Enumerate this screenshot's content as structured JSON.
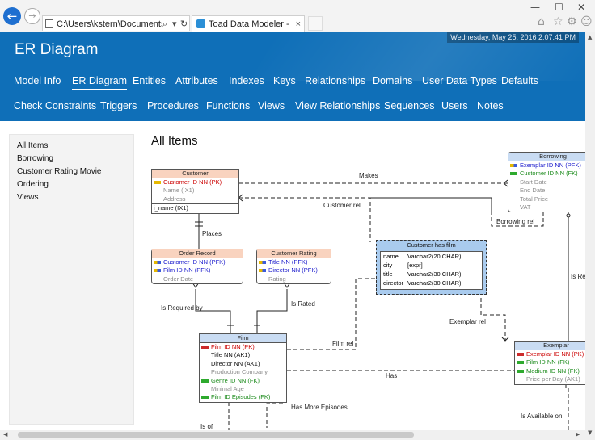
{
  "browser": {
    "address": "C:\\Users\\kstern\\Documents\\Toad",
    "tab_title": "Toad Data Modeler - HTML...",
    "tab_close": "×"
  },
  "header": {
    "title": "ER Diagram",
    "date": "Wednesday, May 25, 2016 2:07:41 PM"
  },
  "menu": {
    "row1": [
      "Model Info",
      "ER Diagram",
      "Entities",
      "Attributes",
      "Indexes",
      "Keys",
      "Relationships",
      "Domains",
      "User Data Types",
      "Defaults"
    ],
    "row2": [
      "Check Constraints",
      "Triggers",
      "Procedures",
      "Functions",
      "Views",
      "View Relationships",
      "Sequences",
      "Users",
      "Notes"
    ],
    "active": "ER Diagram"
  },
  "sidebar": {
    "items": [
      "All Items",
      "Borrowing",
      "Customer Rating Movie",
      "Ordering",
      "Views"
    ]
  },
  "content": {
    "title": "All Items"
  },
  "colors": {
    "header": "#0f6fb8",
    "pk": "#cc0000",
    "fk": "#1a1acc",
    "ak": "#111111",
    "attr": "#8a8a8a",
    "pfk": "#1a1acc",
    "fkgreen": "#1a8a1a"
  },
  "entities": {
    "customer": {
      "name": "Customer",
      "rows": [
        "Customer ID NN (PK)",
        "Name (IX1)",
        "Address"
      ],
      "index": "i_name (IX1)"
    },
    "order_record": {
      "name": "Order Record",
      "rows": [
        "Customer ID NN (PFK)",
        "Film ID NN (PFK)",
        "Order Date"
      ]
    },
    "customer_rating": {
      "name": "Customer Rating",
      "rows": [
        "Title NN (PFK)",
        "Director NN (PFK)",
        "Rating"
      ]
    },
    "film": {
      "name": "Film",
      "rows": [
        "Film ID NN (PK)",
        "Title NN (AK1)",
        "Director NN (AK1)",
        "Production Company",
        "Genre ID NN (FK)",
        "Minimal Age",
        "Film ID Episodes (FK)"
      ]
    },
    "borrowing": {
      "name": "Borrowing",
      "rows": [
        "Exemplar ID NN (PFK)",
        "Customer ID NN (FK)",
        "Start Date",
        "End Date",
        "Total Price",
        "VAT"
      ]
    },
    "exemplar": {
      "name": "Exemplar",
      "rows": [
        "Exemplar ID NN (PK)",
        "Film ID NN (FK)",
        "Medium ID NN (FK)",
        "Price per Day (AK1)"
      ]
    }
  },
  "view": {
    "name": "Customer has film",
    "rows": [
      {
        "col": "name",
        "type": "Varchar2(20 CHAR)"
      },
      {
        "col": "city",
        "type": "[expr]"
      },
      {
        "col": "title",
        "type": "Varchar2(30 CHAR)"
      },
      {
        "col": "director",
        "type": "Varchar2(30 CHAR)"
      }
    ]
  },
  "relations": {
    "makes": "Makes",
    "customer_rel": "Customer rel",
    "borrowing_rel": "Borrowing rel",
    "places": "Places",
    "is_required_by": "Is Required by",
    "is_rated": "Is Rated",
    "exemplar_rel": "Exemplar rel",
    "film_rel": "Film rel",
    "has": "Has",
    "has_more_episodes": "Has More Episodes",
    "is_of": "Is of",
    "is_available_on": "Is Available on",
    "is_re": "Is Re"
  }
}
